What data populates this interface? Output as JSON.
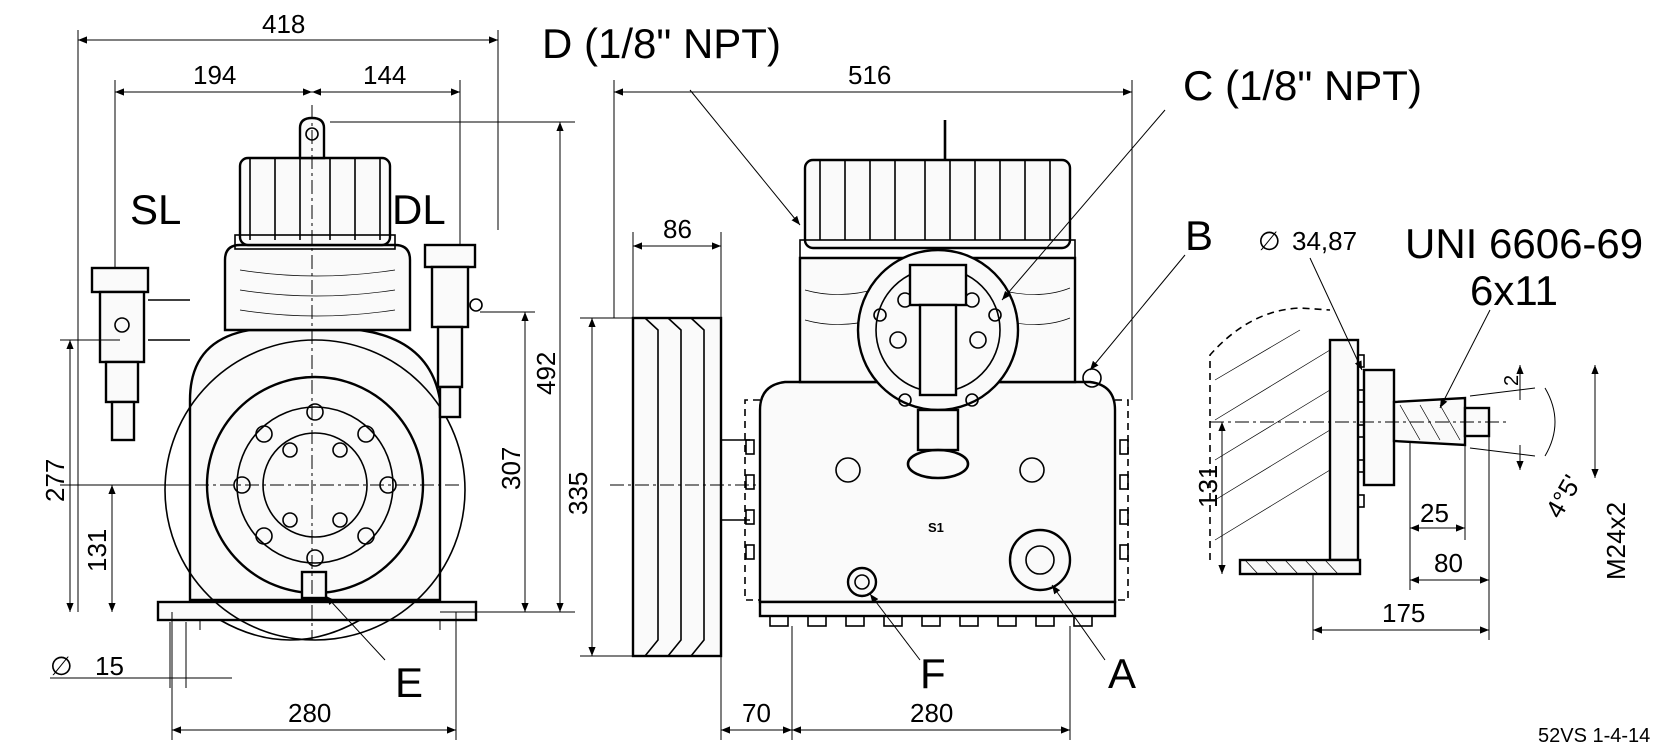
{
  "dimensions": {
    "front_total_width": "418",
    "front_left_width": "194",
    "front_right_width": "144",
    "front_height_492": "492",
    "front_height_307": "307",
    "front_height_277": "277",
    "front_height_131": "131",
    "front_bolt_dia": "15",
    "front_base_width": "280",
    "side_total_width": "516",
    "pulley_width": "86",
    "pulley_height": "335",
    "side_offset": "70",
    "side_base_width": "280",
    "shaft_dia": "34,87",
    "shaft_taper": "2",
    "shaft_angle": "4°5'",
    "shaft_height": "131",
    "shaft_25": "25",
    "shaft_80": "80",
    "shaft_175": "175",
    "shaft_thread": "M24x2"
  },
  "labels": {
    "sl": "SL",
    "dl": "DL",
    "a": "A",
    "b": "B",
    "c": "C (1/8\" NPT)",
    "d": "D (1/8\" NPT)",
    "e": "E",
    "f": "F",
    "key_standard": "UNI 6606-69",
    "key_size": "6x11",
    "body_mark": "S1"
  },
  "diameter_symbol": "∅",
  "drawing_code": "52VS 1-4-14"
}
